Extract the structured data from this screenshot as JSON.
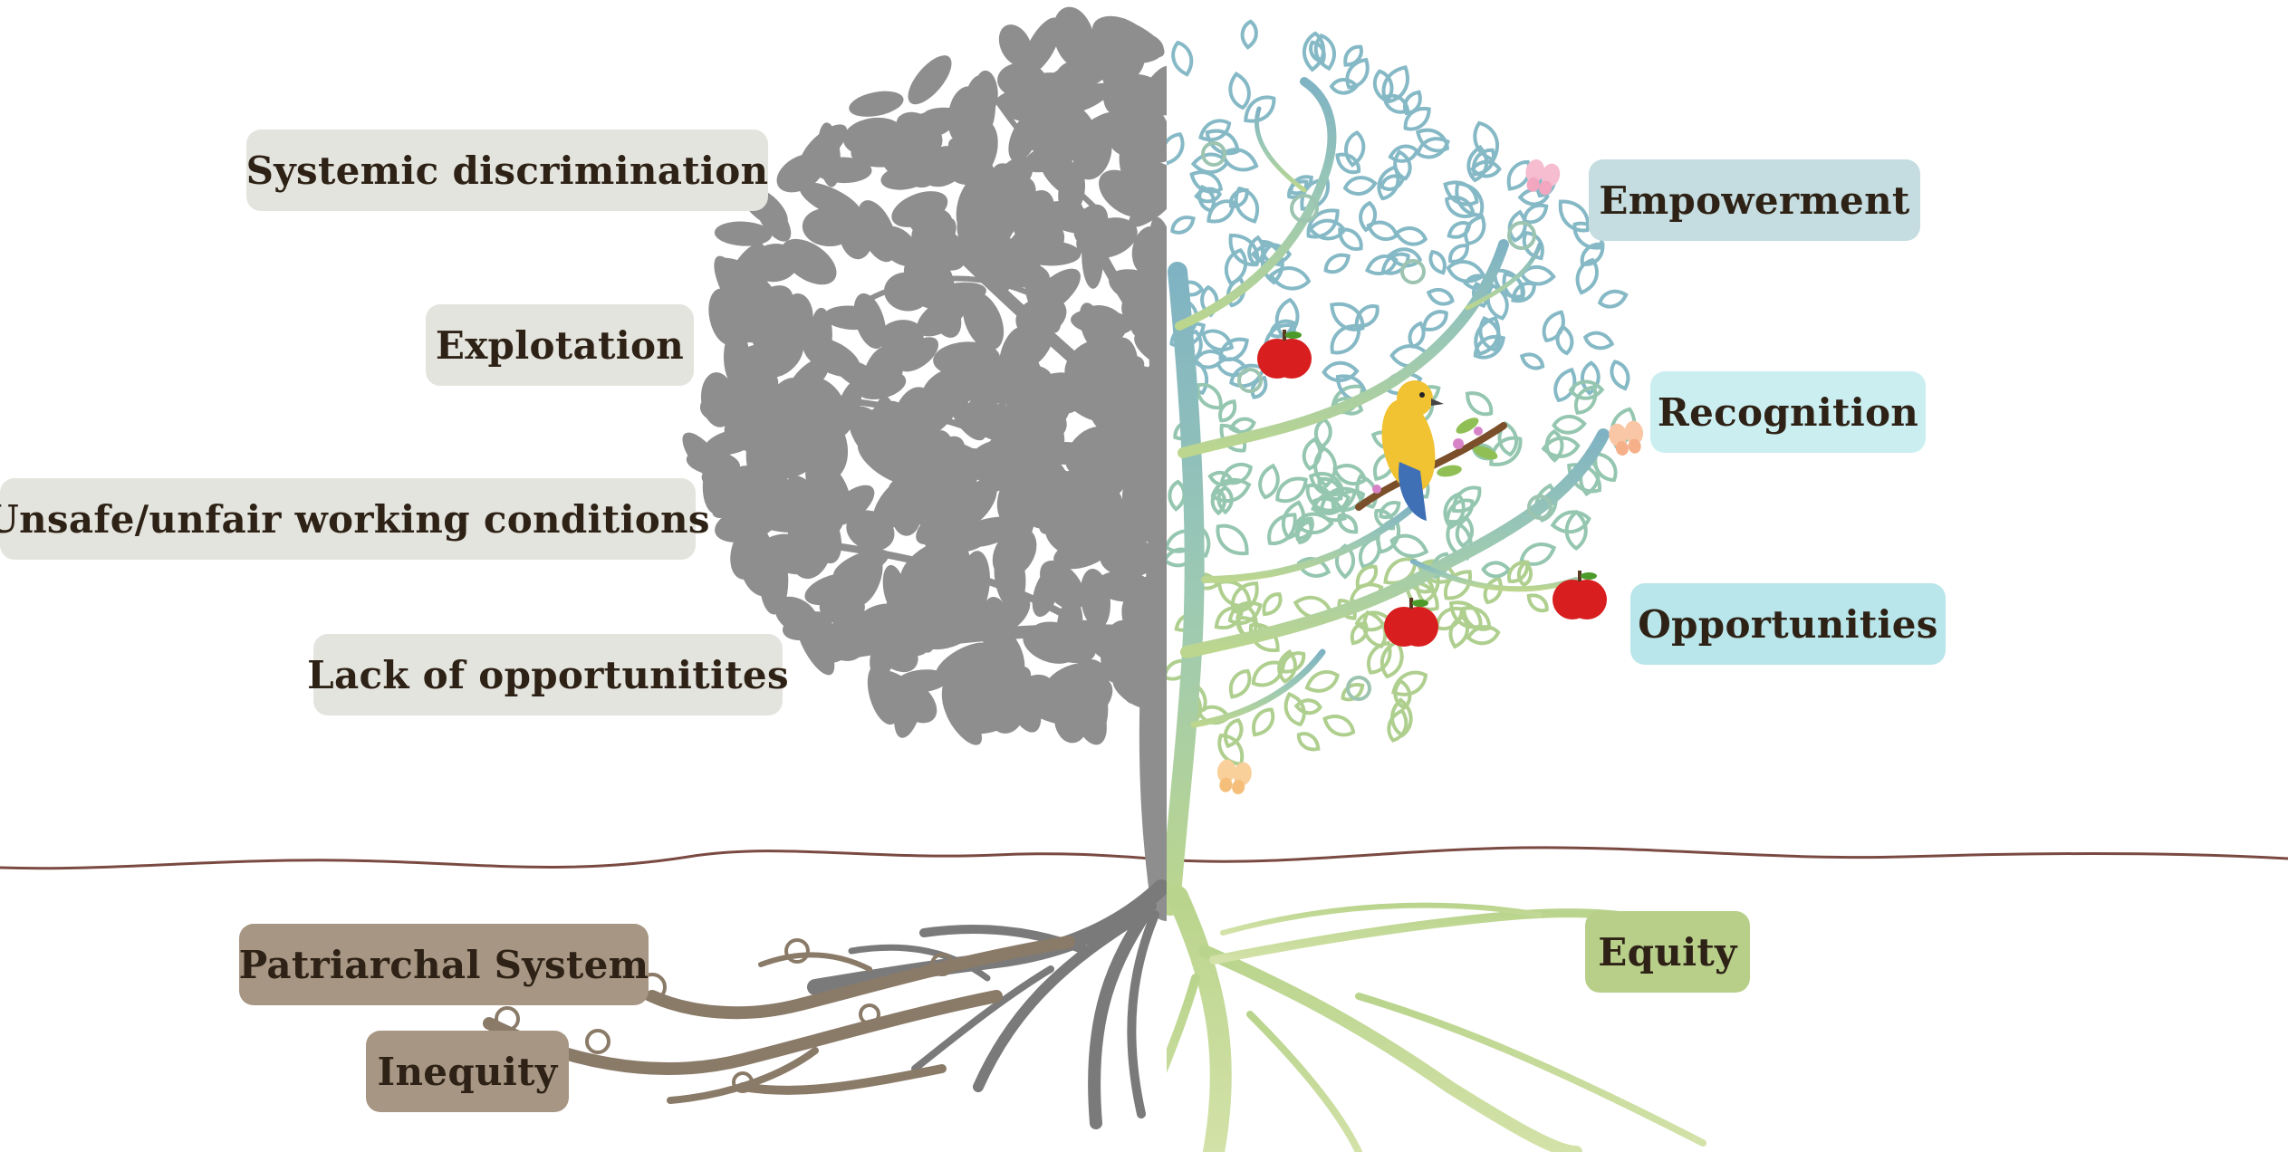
{
  "left_branch_labels": [
    "Systemic  discrimination",
    "Explotation",
    "Unsafe/unfair working conditions",
    "Lack of opportunitites"
  ],
  "left_root_labels": [
    "Patriarchal System",
    "Inequity"
  ],
  "right_branch_labels": [
    "Empowerment",
    "Recognition",
    "Opportunities"
  ],
  "right_root_labels": [
    "Equity"
  ],
  "colors": {
    "left_label_bg": "#e4e4de",
    "left_root_label_bg": "#a79683",
    "empowerment_bg": "#c5dde0",
    "recognition_bg": "#cbeef0",
    "opportunities_bg": "#b9e6ea",
    "equity_bg": "#b8cf8a",
    "gray_tree": "#8e8e8e",
    "gray_roots": "#6b6b6b",
    "brown_roots": "#8a7a68",
    "teal_tree": "#8cbcc0",
    "green_tree": "#a9c98b",
    "ground_line": "#7a4a42",
    "apple": "#d81e1e",
    "bird": "#f1c232"
  },
  "icons": [
    "apple-icon",
    "bird-icon",
    "butterfly-icon"
  ]
}
